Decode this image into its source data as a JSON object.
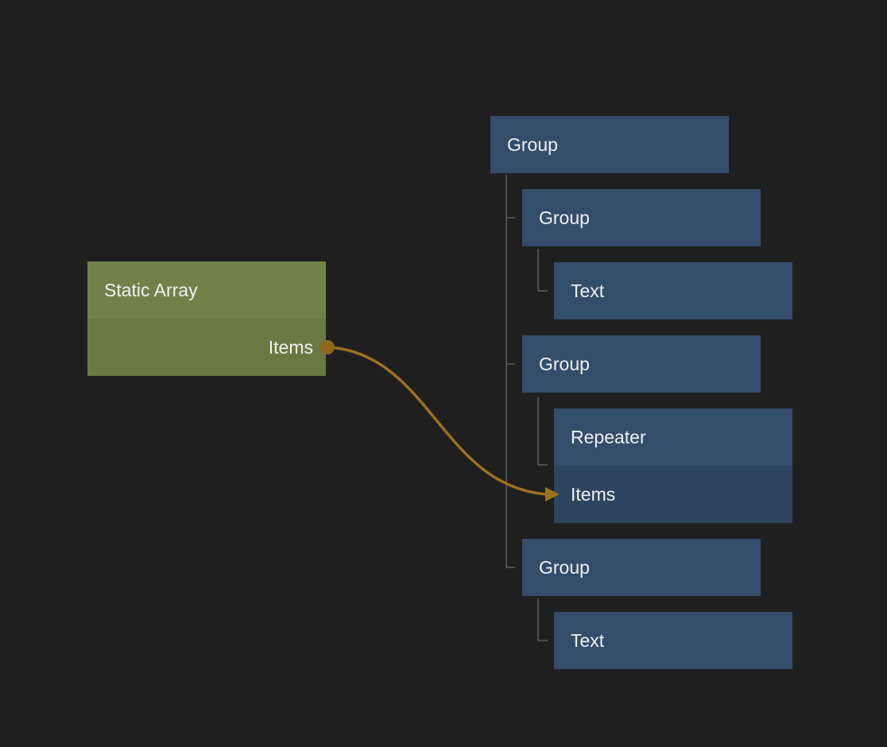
{
  "palette": {
    "canvas_bg": "#1f1f20",
    "node_blue": "#344d6b",
    "node_blue_row": "#2e455f",
    "node_green_header": "#72814a",
    "node_green_body": "#6a7944",
    "tree_line": "#4e4e51",
    "connection": "#9e701e",
    "port_dot": "#91661d",
    "label_text": "#f0f1f2"
  },
  "source_node": {
    "title": "Static Array",
    "output_port": {
      "label": "Items"
    }
  },
  "tree": {
    "root": {
      "label": "Group"
    },
    "children": [
      {
        "label": "Group",
        "children": [
          {
            "label": "Text"
          }
        ]
      },
      {
        "label": "Group",
        "children": [
          {
            "label": "Repeater",
            "rows": [
              {
                "label": "Items"
              }
            ]
          }
        ]
      },
      {
        "label": "Group",
        "children": [
          {
            "label": "Text"
          }
        ]
      }
    ]
  },
  "connection": {
    "from_node": "Static Array",
    "from_port": "Items",
    "to_node": "Repeater",
    "to_row": "Items"
  }
}
